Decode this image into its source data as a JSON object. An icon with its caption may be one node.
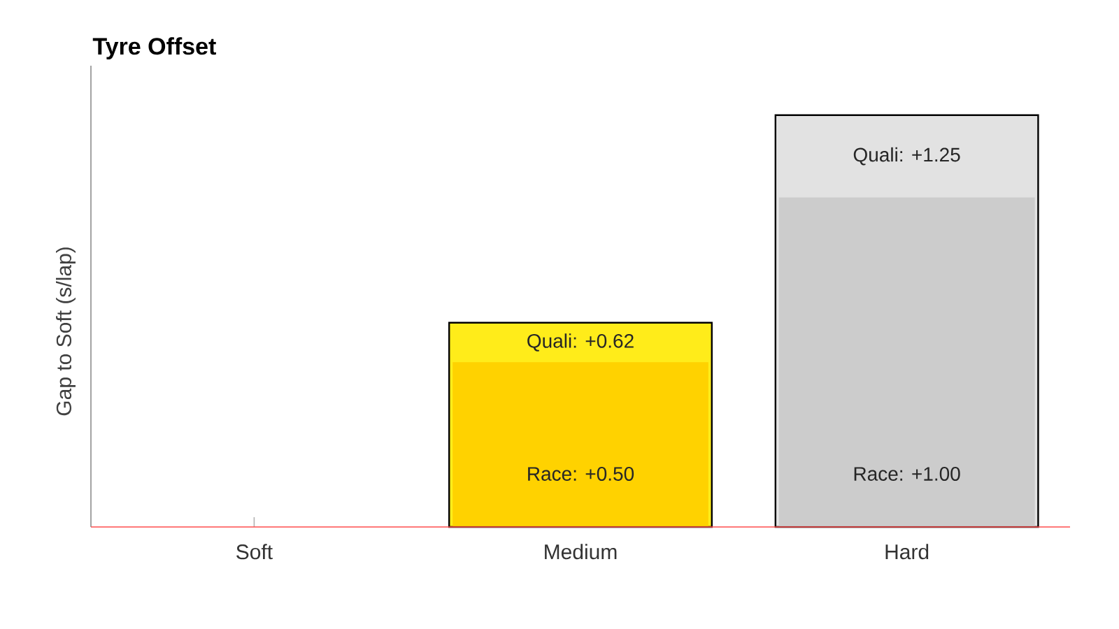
{
  "diagram": {
    "chart_data": {
      "type": "bar",
      "title": "Tyre Offset",
      "ylabel": "Gap to Soft (s/lap)",
      "categories": [
        "Soft",
        "Medium",
        "Hard"
      ],
      "series": [
        {
          "name": null,
          "colors": [
            null,
            "#ffd200",
            "#cccccc"
          ],
          "values": [
            null,
            0.5,
            1.0
          ],
          "value_labels": [
            null,
            "Race: +0.50",
            "Race: +1.00"
          ]
        },
        {
          "name": null,
          "colors": [
            null,
            "#ffec1a",
            "#e2e2e2"
          ],
          "values": [
            null,
            0.62,
            1.25
          ],
          "value_labels": [
            null,
            "Quali: +0.62",
            "Quali: +1.25"
          ]
        }
      ],
      "ylim": [
        0,
        1.4
      ],
      "stacked": false,
      "orientation": "vertical"
    }
  }
}
